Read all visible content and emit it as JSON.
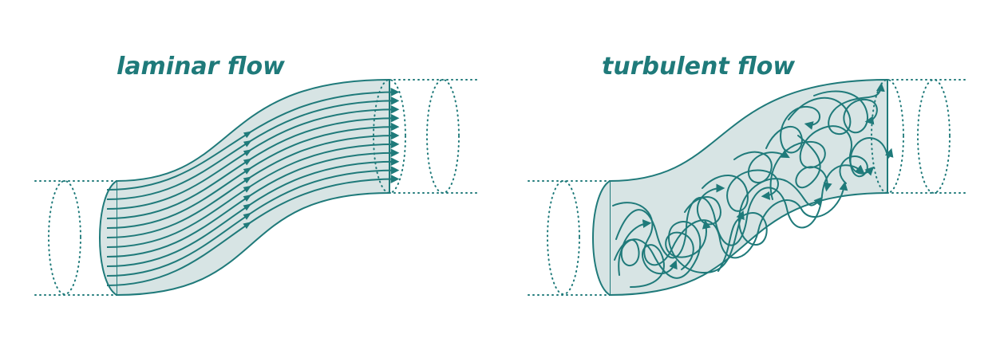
{
  "colors": {
    "accent": "#1f7a7a",
    "pipe_fill": "#d7e4e4",
    "background": "#ffffff"
  },
  "panels": [
    {
      "id": "laminar",
      "title": "laminar flow"
    },
    {
      "id": "turbulent",
      "title": "turbulent flow"
    }
  ]
}
